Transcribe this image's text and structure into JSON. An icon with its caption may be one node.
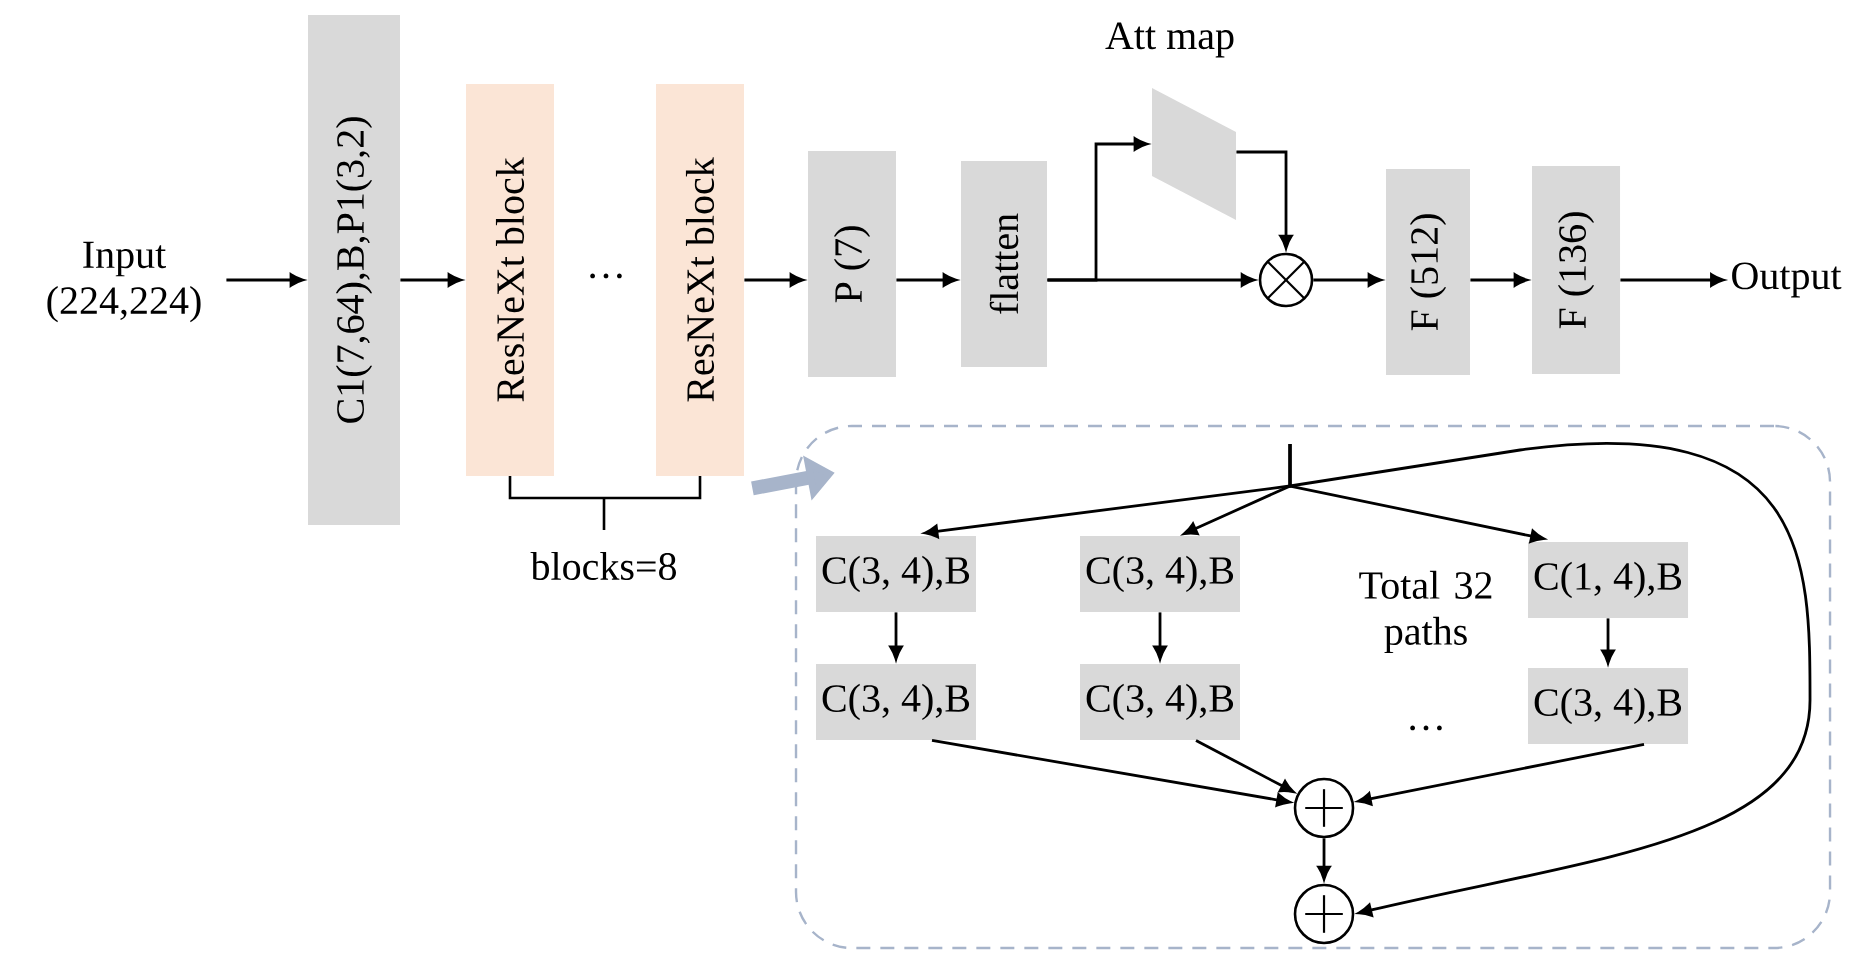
{
  "diagram": {
    "nodes": [
      {
        "text": [
          "Input (224,224)"
        ]
      },
      {
        "text": [
          "C1(7,64),B,P1(3,2)"
        ]
      },
      {
        "text": [
          "ResNeXt block"
        ]
      },
      {
        "text": [
          "ResNeXt block"
        ]
      },
      {
        "text": [
          "P (7)"
        ]
      },
      {
        "text": [
          "flatten"
        ]
      },
      {
        "text": [
          "Att map"
        ]
      },
      {
        "text": [],
        "shape": "circle"
      },
      {
        "text": [
          "F (512)"
        ]
      },
      {
        "text": [
          "F (136)"
        ]
      },
      {
        "text": [
          "Output"
        ]
      },
      {
        "text": [],
        "shape": "box"
      },
      {
        "text": [
          "C(3, 4),B"
        ],
        "in": 11
      },
      {
        "text": [
          "C(3, 4),B"
        ],
        "in": 11
      },
      {
        "text": [
          "C(1, 4),B"
        ],
        "in": 11
      },
      {
        "text": [
          "C(3, 4),B"
        ],
        "in": 11
      },
      {
        "text": [
          "C(3, 4),B"
        ],
        "in": 11
      },
      {
        "text": [
          "C(3, 4),B"
        ],
        "in": 11
      },
      {
        "text": [],
        "shape": "circle",
        "in": 11
      },
      {
        "text": [],
        "shape": "circle",
        "in": 11
      }
    ],
    "edges": [
      {
        "from": 0,
        "to": 1,
        "arrow": "to"
      },
      {
        "from": 1,
        "to": 2,
        "arrow": "to"
      },
      {
        "from": 3,
        "to": 4,
        "arrow": "to"
      },
      {
        "from": 4,
        "to": 5,
        "arrow": "to"
      },
      {
        "from": 5,
        "to": 7,
        "arrow": "to"
      },
      {
        "from": 5,
        "to": 6,
        "arrow": "to"
      },
      {
        "from": 6,
        "to": 7,
        "arrow": "to"
      },
      {
        "from": 7,
        "to": 8,
        "arrow": "to"
      },
      {
        "from": 8,
        "to": 9,
        "arrow": "to"
      },
      {
        "from": 9,
        "to": 10,
        "arrow": "to"
      },
      {
        "from": 3,
        "to": 11,
        "arrow": "to",
        "style": "thick",
        "color": "#a7b4ca"
      },
      {
        "from": null,
        "to": 12,
        "arrow": "to"
      },
      {
        "from": null,
        "to": 13,
        "arrow": "to"
      },
      {
        "from": null,
        "to": 14,
        "arrow": "to"
      },
      {
        "from": null,
        "to": 19,
        "arrow": "to"
      },
      {
        "from": 12,
        "to": 15,
        "arrow": "to"
      },
      {
        "from": 13,
        "to": 16,
        "arrow": "to"
      },
      {
        "from": 14,
        "to": 17,
        "arrow": "to"
      },
      {
        "from": 15,
        "to": 18,
        "arrow": "to"
      },
      {
        "from": 16,
        "to": 18,
        "arrow": "to"
      },
      {
        "from": 17,
        "to": 18,
        "arrow": "to"
      },
      {
        "from": 18,
        "to": 19,
        "arrow": "to"
      }
    ],
    "labels": [
      "…",
      "blocks=8",
      "Total 32 paths",
      "…"
    ]
  }
}
